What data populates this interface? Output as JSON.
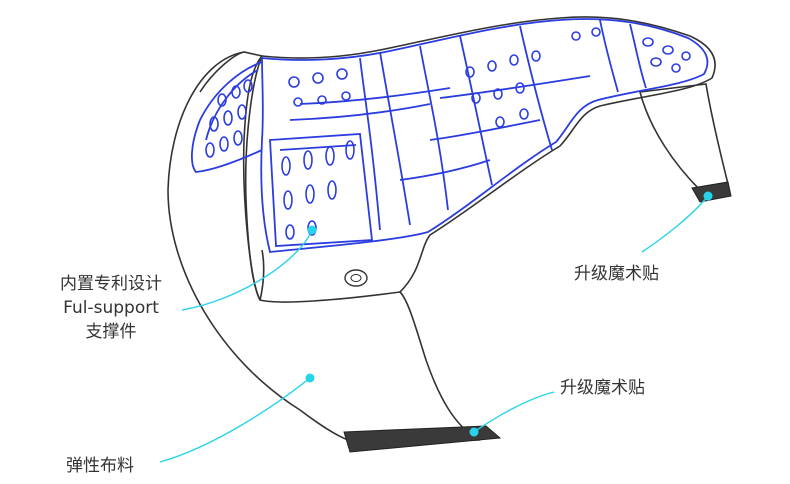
{
  "labels": {
    "support_line1": "内置专利设计",
    "support_line2": "Ful-support",
    "support_line3": "支撑件",
    "velcro_top": "升级魔术贴",
    "velcro_bottom": "升级魔术贴",
    "fabric": "弹性布料"
  },
  "colors": {
    "outline": "#333333",
    "support_blue": "#2b3de0",
    "leader_cyan": "#27d4ea",
    "velcro_dark": "#3a3a3a"
  }
}
